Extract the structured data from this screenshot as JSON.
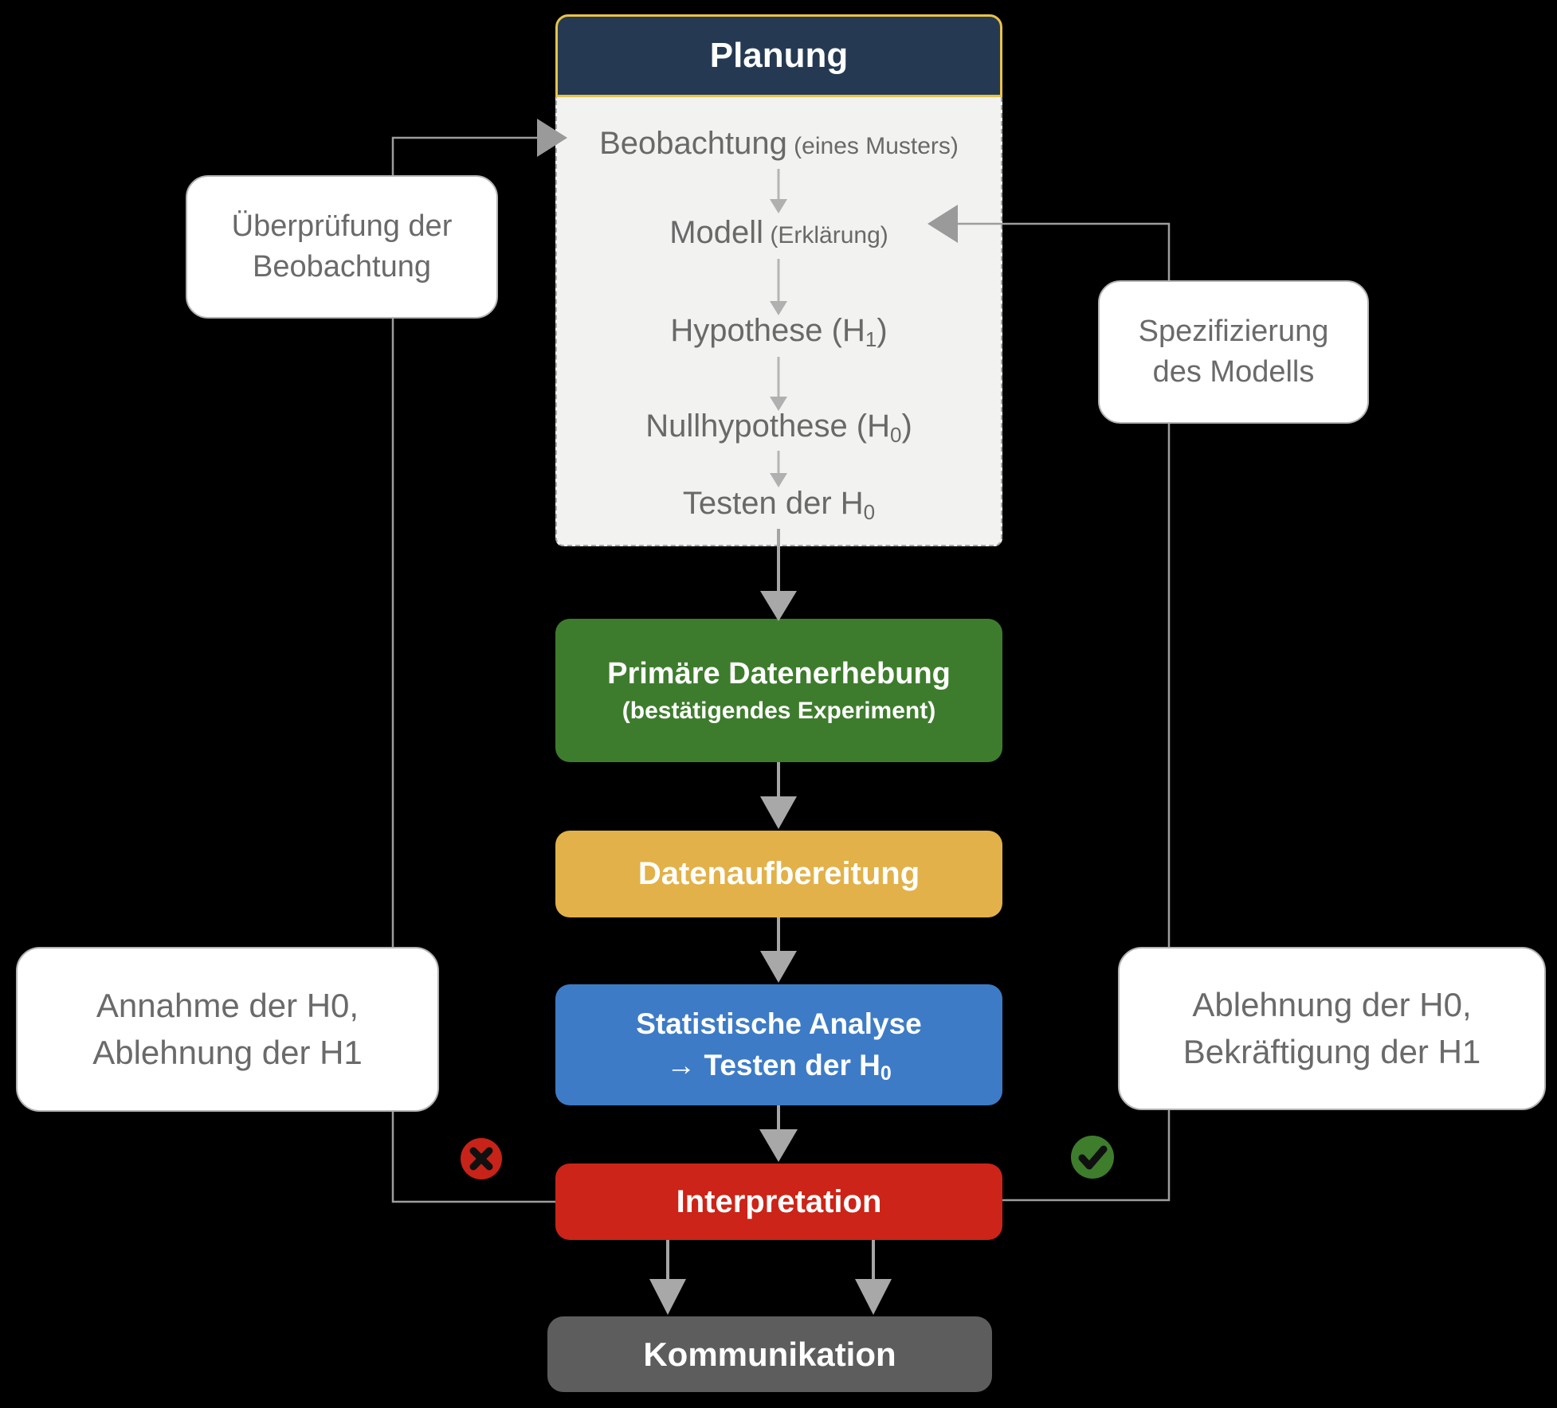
{
  "header": {
    "title": "Planung"
  },
  "panel": {
    "steps": [
      {
        "text": "Beobachtung",
        "note": " (eines Musters)"
      },
      {
        "text": "Modell",
        "note": " (Erklärung)"
      },
      {
        "text": "Hypothese (H",
        "sub": "1",
        "tail": ")"
      },
      {
        "text": "Nullhypothese (H",
        "sub": "0",
        "tail": ")"
      },
      {
        "text": "Testen der H",
        "sub": "0"
      }
    ]
  },
  "flow": {
    "primary_collection": {
      "line1": "Primäre Datenerhebung",
      "line2": "(bestätigendes Experiment)",
      "color": "#3e7c2d"
    },
    "data_preparation": {
      "label": "Datenaufbereitung",
      "color": "#e2b149"
    },
    "statistical_analysis": {
      "line1": "Statistische Analyse",
      "line2_pre": "→ Testen der H",
      "line2_sub": "0",
      "color": "#3d7bc6"
    },
    "interpretation": {
      "label": "Interpretation",
      "color": "#cc2418"
    },
    "communication": {
      "label": "Kommunikation",
      "color": "#5d5d5d"
    }
  },
  "callouts": {
    "top_left": {
      "line1": "Überprüfung der",
      "line2": "Beobachtung"
    },
    "top_right": {
      "line1": "Spezifizierung",
      "line2": "des Modells"
    },
    "bottom_left": {
      "line1": "Annahme der H0,",
      "line2": "Ablehnung der H1"
    },
    "bottom_right": {
      "line1": "Ablehnung der H0,",
      "line2": "Bekräftigung der H1"
    }
  },
  "icons": {
    "reject": "x-circle-red",
    "accept": "check-circle-green"
  },
  "colors": {
    "background": "#000000",
    "header_bg": "#253a52",
    "header_border": "#e7c34c",
    "panel_bg": "#f2f2f1",
    "step_text": "#696969",
    "connector_line": "#9d9d9d",
    "reject_red": "#c82318",
    "accept_green": "#3e7d2c"
  }
}
